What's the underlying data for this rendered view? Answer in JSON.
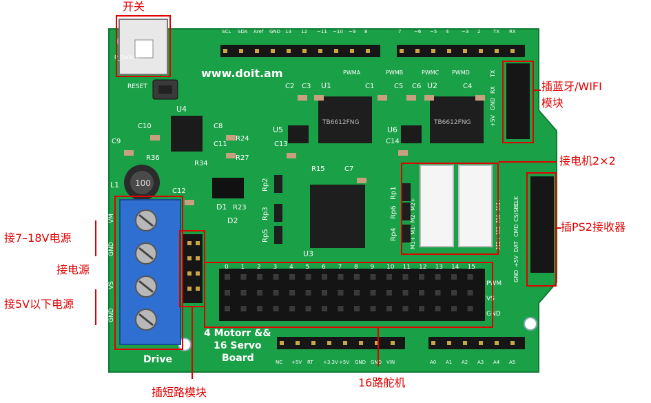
{
  "annotations": {
    "switch": "开关",
    "bt_wifi_line1": "插蓝牙/WIFI",
    "bt_wifi_line2": "模块",
    "motor": "接电机2×2",
    "ps2": "插PS2接收器",
    "v7_18": "接7–18V电源",
    "power": "接电源",
    "v5": "接5V以下电源",
    "jumper": "插短路模块",
    "servo16": "16路舵机"
  },
  "board": {
    "website": "www.doit.am",
    "reset_label": "RESET",
    "switch_label": "P_Switch",
    "title_line1": "4 Motorr &&",
    "title_line2": "16 Servo",
    "title_line3": "Board",
    "drive_label": "Drive",
    "chips": {
      "u1": "U1",
      "u2": "U2",
      "u3": "U3",
      "u4": "U4",
      "u5": "U5",
      "u6": "U6"
    },
    "chip_text_1a": "TB6612FNG",
    "chip_text_2a": "TB6612FNG",
    "pwm_labels": [
      "PWMA",
      "PWMB",
      "PWMC",
      "PWMD"
    ],
    "caps": [
      "C1",
      "C2",
      "C3",
      "C4",
      "C5",
      "C6",
      "C7",
      "C8",
      "C9",
      "C10",
      "C11",
      "C12",
      "C13",
      "C14"
    ],
    "resistors": [
      "R15",
      "R23",
      "R24",
      "R27",
      "R34",
      "R36"
    ],
    "rp_labels": [
      "Rp1",
      "Rp2",
      "Rp3",
      "Rp4",
      "Rp5",
      "Rp6"
    ],
    "diodes": [
      "D1",
      "D2"
    ],
    "inductor_text": "100",
    "inductor_label": "L1",
    "terminal_labels": [
      "VM",
      "GND",
      "VS",
      "GND"
    ],
    "servo_numbers": [
      "0",
      "1",
      "2",
      "3",
      "4",
      "5",
      "6",
      "7",
      "8",
      "9",
      "10",
      "11",
      "12",
      "13",
      "14",
      "15"
    ],
    "servo_rows": [
      "PWM",
      "VS",
      "GND"
    ],
    "ps2_pins": [
      "CLK",
      "CS/SEL",
      "CMD",
      "DAT",
      "+5V",
      "GND"
    ],
    "bt_pins": [
      "TX",
      "RX",
      "GND",
      "+5V"
    ],
    "motor_pins": "M1+ M1- M2- M2+",
    "motor_pins2": "M3+ M3- M4- M4+",
    "bottom_power": [
      "NC",
      "+5V",
      "RT",
      "+3.3V",
      "+5V",
      "GND",
      "GND",
      "VIN"
    ],
    "bottom_analog": [
      "A0",
      "A1",
      "A2",
      "A3",
      "A4",
      "A5"
    ],
    "top_left_header": [
      "SCL",
      "SDA",
      "Aref",
      "GND",
      "13",
      "12",
      "~11",
      "~10",
      "~9",
      "8"
    ],
    "top_right_header": [
      "7",
      "~6",
      "~5",
      "4",
      "~3",
      "2",
      "TX",
      "RX"
    ]
  },
  "colors": {
    "pcb": "#1aa046",
    "pcb_dark": "#12843a",
    "annotation": "#e00000",
    "terminal": "#2f6fd1",
    "header": "#161616"
  }
}
